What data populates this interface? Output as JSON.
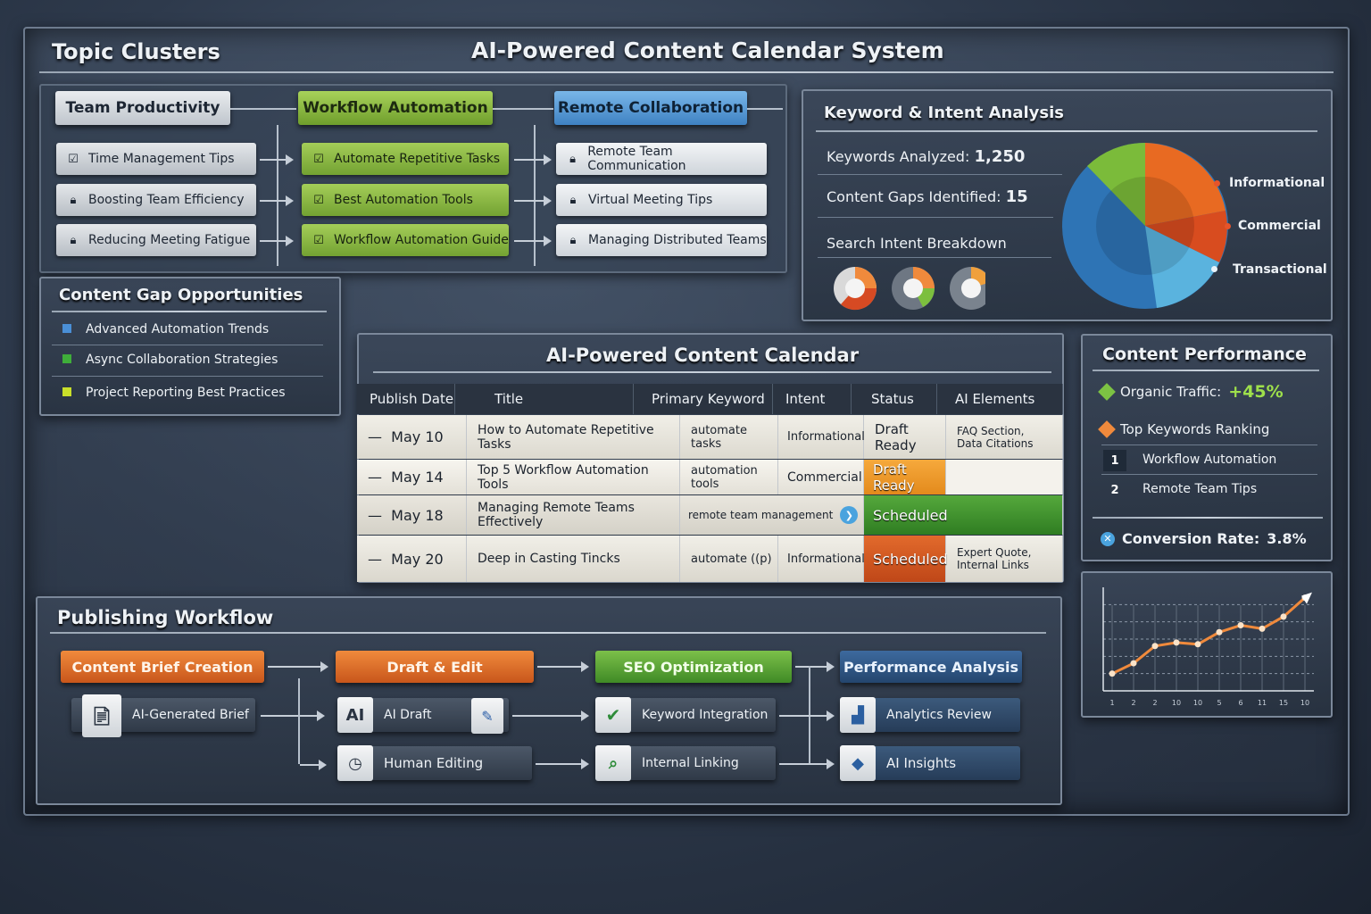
{
  "header": {
    "topic_clusters_title": "Topic Clusters",
    "main_title": "AI-Powered Content Calendar System"
  },
  "clusters": [
    {
      "name": "Team Productivity",
      "items": [
        "Time Management Tips",
        "Boosting Team Efficiency",
        "Reducing Meeting Fatigue"
      ]
    },
    {
      "name": "Workflow Automation",
      "items": [
        "Automate Repetitive Tasks",
        "Best Automation Tools",
        "Workflow Automation Guide"
      ]
    },
    {
      "name": "Remote Collaboration",
      "items": [
        "Remote Team Communication",
        "Virtual Meeting Tips",
        "Managing Distributed Teams"
      ]
    }
  ],
  "content_gaps": {
    "title": "Content Gap Opportunities",
    "items": [
      {
        "label": "Advanced Automation Trends",
        "color": "#4a8fd6"
      },
      {
        "label": "Async Collaboration Strategies",
        "color": "#3fae3a"
      },
      {
        "label": "Project Reporting Best Practices",
        "color": "#c9df2a"
      }
    ]
  },
  "keyword_analysis": {
    "title": "Keyword & Intent Analysis",
    "keywords_label": "Keywords Analyzed:",
    "keywords_value": "1,250",
    "gaps_label": "Content Gaps Identified:",
    "gaps_value": "15",
    "breakdown_label": "Search Intent Breakdown",
    "pie_legend": [
      "Informational",
      "Commercial",
      "Transactional"
    ]
  },
  "calendar": {
    "title": "AI-Powered Content Calendar",
    "columns": [
      "Publish Date",
      "Title",
      "Primary Keyword",
      "Intent",
      "Status",
      "AI Elements"
    ],
    "rows": [
      {
        "date": "May 10",
        "title": "How to Automate Repetitive Tasks",
        "keyword": "automate tasks",
        "intent": "Informational",
        "status": "Draft Ready",
        "ai1": "FAQ Section,",
        "ai2": "Data Citations"
      },
      {
        "date": "May 14",
        "title": "Top 5 Workflow Automation Tools",
        "keyword": "automation tools",
        "intent": "Commercial",
        "status": "Draft Ready",
        "ai1": "",
        "ai2": ""
      },
      {
        "date": "May 18",
        "title": "Managing Remote Teams Effectively",
        "keyword": "remote team management",
        "intent": "",
        "status": "Scheduled",
        "ai1": "",
        "ai2": ""
      },
      {
        "date": "May 20",
        "title": "Deep in Casting Tincks",
        "keyword": "automate ((p)",
        "intent": "Informational",
        "status": "Scheduled",
        "ai1": "Expert Quote,",
        "ai2": "Internal Links"
      }
    ]
  },
  "performance": {
    "title": "Content Performance",
    "organic_label": "Organic Traffic:",
    "organic_value": "+45%",
    "top_keywords_label": "Top Keywords Ranking",
    "rankings": [
      {
        "rank": "1",
        "label": "Workflow Automation"
      },
      {
        "rank": "2",
        "label": "Remote Team Tips"
      }
    ],
    "conversion_label": "Conversion Rate:",
    "conversion_value": "3.8%"
  },
  "chart_data": {
    "type": "line",
    "x": [
      "1",
      "2",
      "2",
      "10",
      "10",
      "5",
      "6",
      "11",
      "15",
      "10"
    ],
    "values": [
      1.0,
      1.6,
      2.6,
      2.8,
      2.7,
      3.4,
      3.8,
      3.6,
      4.3,
      5.4
    ],
    "ylim": [
      0,
      6
    ],
    "grid": true
  },
  "workflow": {
    "title": "Publishing Workflow",
    "stages": [
      "Content Brief Creation",
      "Draft & Edit",
      "SEO Optimization",
      "Performance Analysis"
    ],
    "brief_item": "AI-Generated Brief",
    "ai_tile": "AI",
    "ai_draft": "AI Draft",
    "human_editing": "Human Editing",
    "keyword_integration": "Keyword Integration",
    "internal_linking": "Internal Linking",
    "analytics_review": "Analytics Review",
    "ai_insights": "AI Insights"
  }
}
